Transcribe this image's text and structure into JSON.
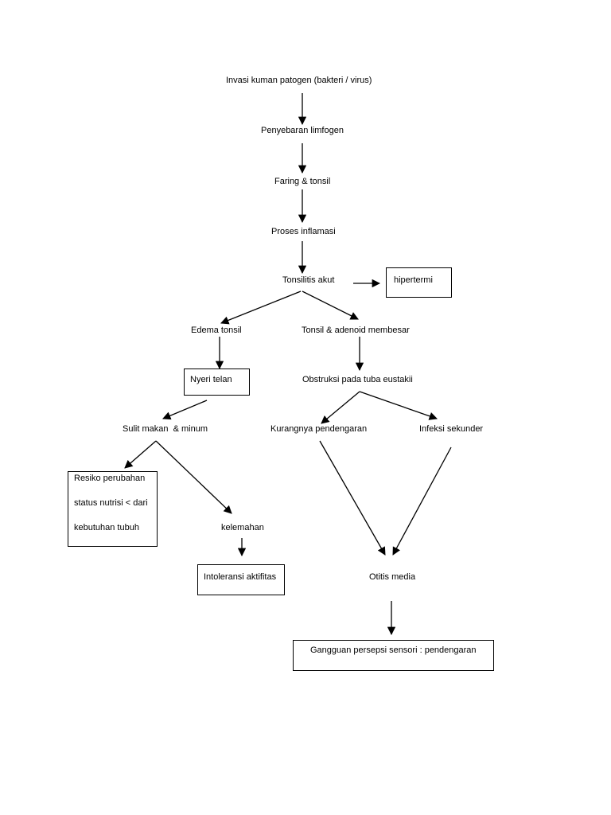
{
  "diagram": {
    "nodes": {
      "invasi": "Invasi kuman patogen (bakteri / virus)",
      "penyebaran": "Penyebaran limfogen",
      "faring": "Faring & tonsil",
      "proses": "Proses inflamasi",
      "tonsilitis": "Tonsilitis akut",
      "hipertermi": "hipertermi",
      "edema": "Edema tonsil",
      "membesar": "Tonsil & adenoid membesar",
      "nyeri": "Nyeri telan",
      "obstruksi": "Obstruksi pada tuba eustakii",
      "sulit": "Sulit makan  & minum",
      "kurang": "Kurangnya pendengaran",
      "infeksi": "Infeksi sekunder",
      "resiko_1": "Resiko perubahan",
      "resiko_2": "status nutrisi < dari",
      "resiko_3": "kebutuhan tubuh",
      "kelemahan": "kelemahan",
      "intoleransi": "Intoleransi aktifitas",
      "otitis": "Otitis media",
      "gangguan": "Gangguan persepsi sensori : pendengaran"
    }
  }
}
